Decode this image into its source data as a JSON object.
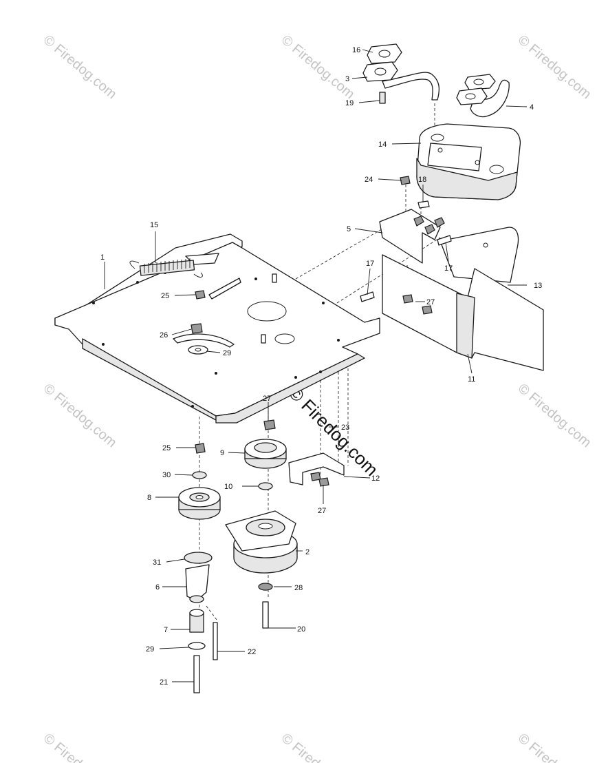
{
  "watermark": {
    "text": "© Firedog.com",
    "color": "#c4c4c4",
    "center_color": "#111111"
  },
  "callouts": {
    "c1": "1",
    "c2": "2",
    "c3": "3",
    "c4": "4",
    "c5": "5",
    "c6": "6",
    "c7": "7",
    "c8": "8",
    "c9": "9",
    "c10": "10",
    "c11": "11",
    "c12": "12",
    "c13": "13",
    "c14": "14",
    "c15": "15",
    "c16": "16",
    "c17a": "17",
    "c17b": "17",
    "c18": "18",
    "c19": "19",
    "c20": "20",
    "c21": "21",
    "c22": "22",
    "c23": "23",
    "c24": "24",
    "c25a": "25",
    "c25b": "25",
    "c26": "26",
    "c27a": "27",
    "c27b": "27",
    "c27c": "27",
    "c28": "28",
    "c29a": "29",
    "c29b": "29",
    "c30": "30",
    "c31": "31"
  }
}
